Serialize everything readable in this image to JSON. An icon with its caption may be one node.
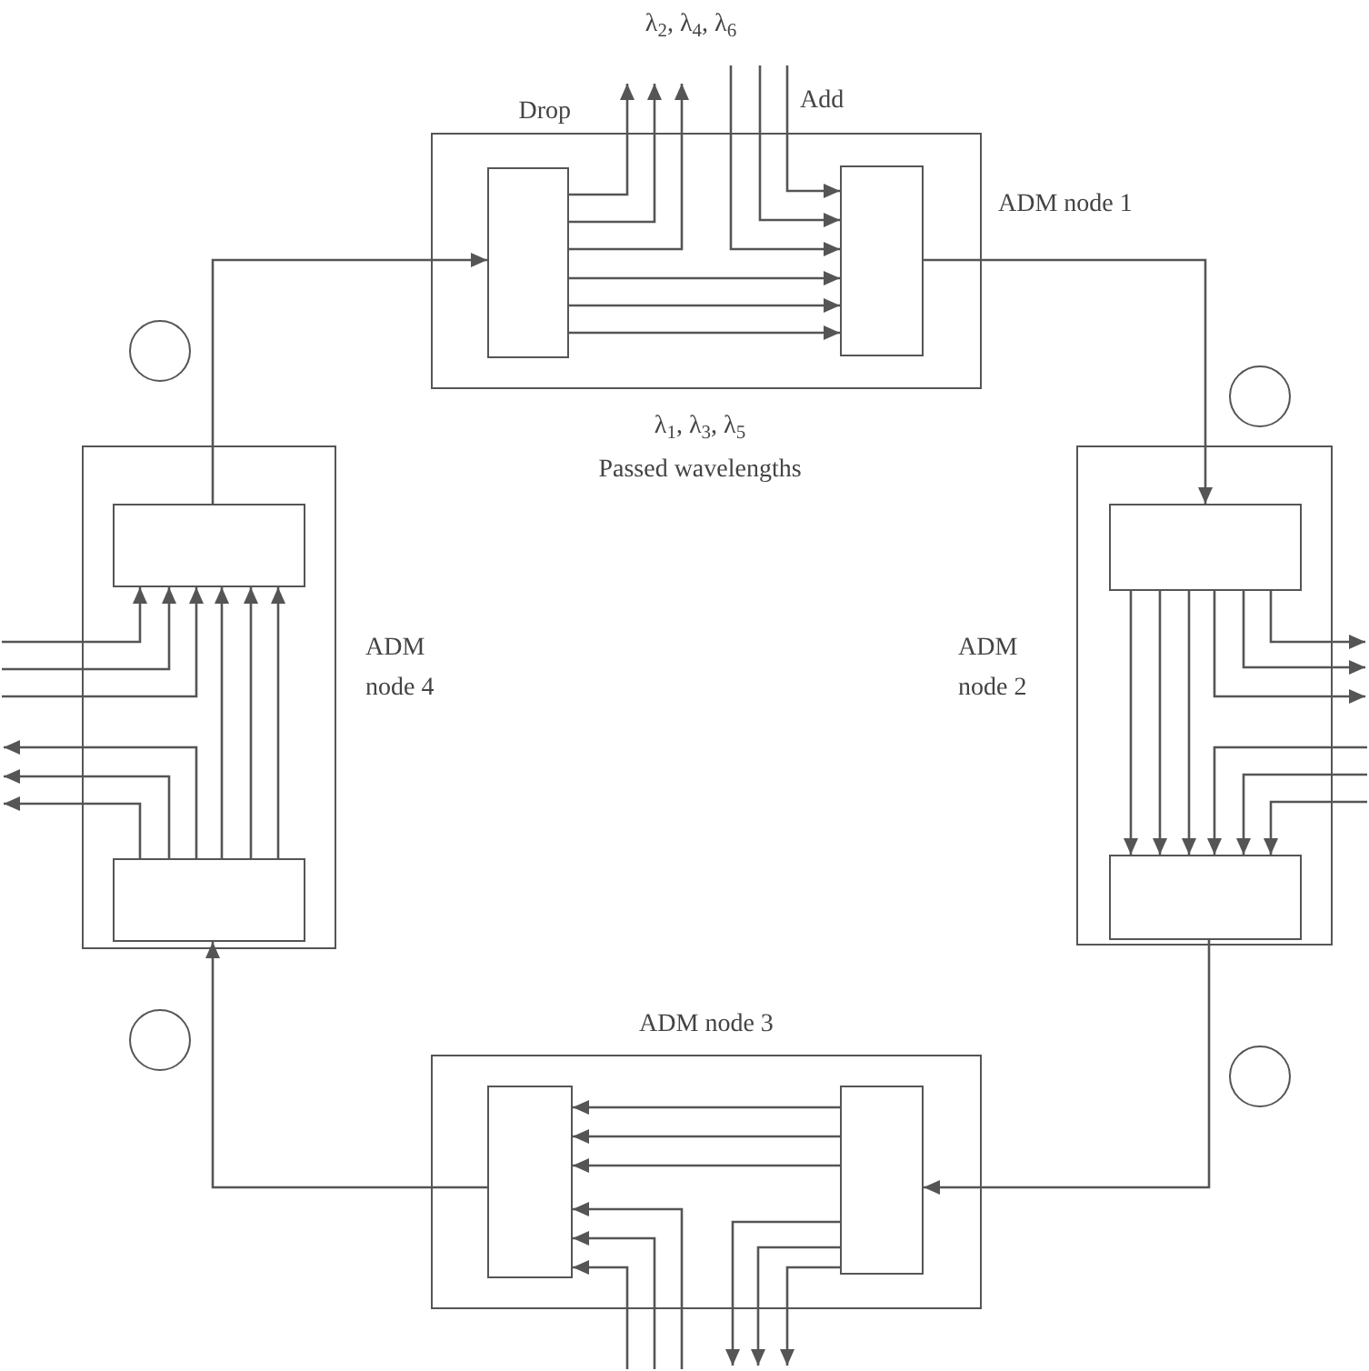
{
  "diagram": {
    "nodes": [
      {
        "text": [
          "ADM node 1"
        ]
      },
      {
        "text": [],
        "shape": "box",
        "in": 0
      },
      {
        "text": [],
        "shape": "box",
        "in": 0
      },
      {
        "text": [
          "ADM node 2"
        ]
      },
      {
        "text": [],
        "shape": "box",
        "in": 3
      },
      {
        "text": [],
        "shape": "box",
        "in": 3
      },
      {
        "text": [
          "ADM node 3"
        ]
      },
      {
        "text": [],
        "shape": "box",
        "in": 6
      },
      {
        "text": [],
        "shape": "box",
        "in": 6
      },
      {
        "text": [
          "ADM node 4"
        ]
      },
      {
        "text": [],
        "shape": "box",
        "in": 9
      },
      {
        "text": [],
        "shape": "box",
        "in": 9
      },
      {
        "text": [],
        "shape": "circle"
      },
      {
        "text": [],
        "shape": "circle"
      },
      {
        "text": [],
        "shape": "circle"
      },
      {
        "text": [],
        "shape": "circle"
      }
    ],
    "edges": [
      {
        "from": 2,
        "to": 4,
        "arrow": "to"
      },
      {
        "from": 5,
        "to": 8,
        "arrow": "to"
      },
      {
        "from": 7,
        "to": 11,
        "arrow": "to"
      },
      {
        "from": 10,
        "to": 1,
        "arrow": "to"
      },
      {
        "from": 1,
        "to": null,
        "arrow": "to"
      },
      {
        "from": 1,
        "to": null,
        "arrow": "to"
      },
      {
        "from": 1,
        "to": null,
        "arrow": "to"
      },
      {
        "from": null,
        "to": 2,
        "arrow": "to"
      },
      {
        "from": null,
        "to": 2,
        "arrow": "to"
      },
      {
        "from": null,
        "to": 2,
        "arrow": "to"
      },
      {
        "from": 1,
        "to": 2,
        "arrow": "to"
      },
      {
        "from": 1,
        "to": 2,
        "arrow": "to"
      },
      {
        "from": 1,
        "to": 2,
        "arrow": "to"
      },
      {
        "from": 4,
        "to": 5,
        "arrow": "to"
      },
      {
        "from": 4,
        "to": 5,
        "arrow": "to"
      },
      {
        "from": 4,
        "to": 5,
        "arrow": "to"
      },
      {
        "from": 4,
        "to": null,
        "arrow": "to"
      },
      {
        "from": 4,
        "to": null,
        "arrow": "to"
      },
      {
        "from": 4,
        "to": null,
        "arrow": "to"
      },
      {
        "from": null,
        "to": 5,
        "arrow": "to"
      },
      {
        "from": null,
        "to": 5,
        "arrow": "to"
      },
      {
        "from": null,
        "to": 5,
        "arrow": "to"
      },
      {
        "from": 8,
        "to": 7,
        "arrow": "to"
      },
      {
        "from": 8,
        "to": 7,
        "arrow": "to"
      },
      {
        "from": 8,
        "to": 7,
        "arrow": "to"
      },
      {
        "from": 8,
        "to": null,
        "arrow": "to"
      },
      {
        "from": 8,
        "to": null,
        "arrow": "to"
      },
      {
        "from": 8,
        "to": null,
        "arrow": "to"
      },
      {
        "from": null,
        "to": 7,
        "arrow": "to"
      },
      {
        "from": null,
        "to": 7,
        "arrow": "to"
      },
      {
        "from": null,
        "to": 7,
        "arrow": "to"
      },
      {
        "from": 11,
        "to": 10,
        "arrow": "to"
      },
      {
        "from": 11,
        "to": 10,
        "arrow": "to"
      },
      {
        "from": 11,
        "to": 10,
        "arrow": "to"
      },
      {
        "from": 11,
        "to": null,
        "arrow": "to"
      },
      {
        "from": 11,
        "to": null,
        "arrow": "to"
      },
      {
        "from": 11,
        "to": null,
        "arrow": "to"
      },
      {
        "from": null,
        "to": 10,
        "arrow": "to"
      },
      {
        "from": null,
        "to": 10,
        "arrow": "to"
      },
      {
        "from": null,
        "to": 10,
        "arrow": "to"
      }
    ],
    "labels": [
      "λ$_{2}$, λ$_{4}$, λ$_{6}$",
      "Drop",
      "Add",
      "λ$_{1}$, λ$_{3}$, λ$_{5}$",
      "Passed wavelengths"
    ]
  }
}
